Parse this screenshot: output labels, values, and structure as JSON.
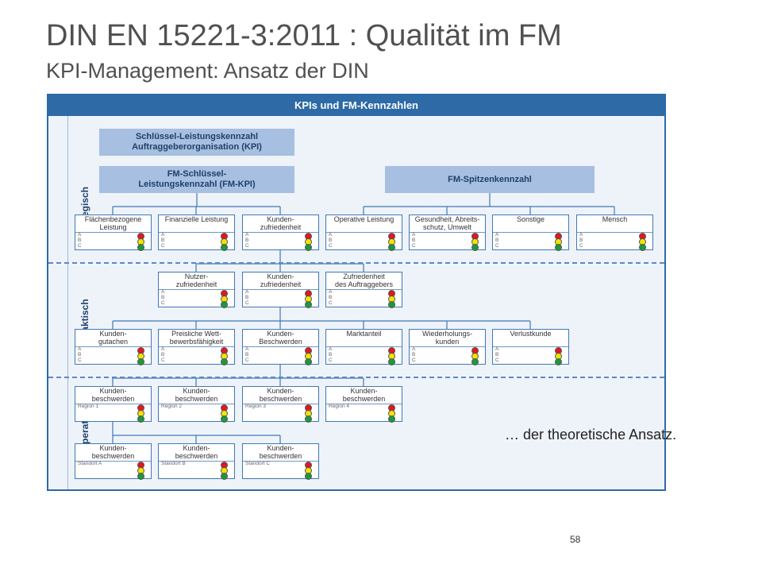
{
  "title": "DIN EN 15221-3:2011 : Qualität im FM",
  "subtitle": "KPI-Management: Ansatz der DIN",
  "diagram": {
    "header": "KPIs und FM-Kennzahlen",
    "levels": {
      "strategic": "strategisch",
      "tactical": "taktisch",
      "operative": "operativ"
    },
    "top_kpi": "Schlüssel-Leistungskennzahl Auftraggeberorganisation (KPI)",
    "fm_kpi": "FM-Schlüssel-\nLeistungskennzahl (FM-KPI)",
    "fm_top": "FM-Spitzenkennzahl",
    "strategic_row": [
      {
        "name": "Flächenbezogene Leistung",
        "sub": "A\nB\nC"
      },
      {
        "name": "Finanzielle Leistung",
        "sub": "A\nB\nC"
      },
      {
        "name": "Kunden-\nzufriedenheit",
        "sub": "A\nB\nC"
      },
      {
        "name": "Operative Leistung",
        "sub": "A\nB\nC"
      },
      {
        "name": "Gesundheit, Abreits-\nschutz, Umwelt",
        "sub": "A\nB\nC"
      },
      {
        "name": "Sonstige",
        "sub": "A\nB\nC"
      },
      {
        "name": "Mensch",
        "sub": "A\nB\nC"
      }
    ],
    "tactical_row1": [
      {
        "name": "Nutzer-\nzufriedenheit",
        "sub": "A\nB\nC"
      },
      {
        "name": "Kunden-\nzufriedenheit",
        "sub": "A\nB\nC"
      },
      {
        "name": "Zufriedenheit\ndes Auftraggebers",
        "sub": "A\nB\nC"
      }
    ],
    "tactical_row2": [
      {
        "name": "Kunden-\ngutachen",
        "sub": "A\nB\nC"
      },
      {
        "name": "Preisliche Wett-\nbewerbsfähigkeit",
        "sub": "A\nB\nC"
      },
      {
        "name": "Kunden-\nBeschwerden",
        "sub": "A\nB\nC"
      },
      {
        "name": "Marktanteil",
        "sub": "A\nB\nC"
      },
      {
        "name": "Wiederholungs-\nkunden",
        "sub": "A\nB\nC"
      },
      {
        "name": "Verlustkunde",
        "sub": "A\nB\nC"
      }
    ],
    "operative_row1": [
      {
        "name": "Kunden-\nbeschwerden",
        "sub": "Region 1"
      },
      {
        "name": "Kunden-\nbeschwerden",
        "sub": "Region 2"
      },
      {
        "name": "Kunden-\nbeschwerden",
        "sub": "Region 3"
      },
      {
        "name": "Kunden-\nbeschwerden",
        "sub": "Region 4"
      }
    ],
    "operative_row2": [
      {
        "name": "Kunden-\nbeschwerden",
        "sub": "Standort A"
      },
      {
        "name": "Kunden-\nbeschwerden",
        "sub": "Standort B"
      },
      {
        "name": "Kunden-\nbeschwerden",
        "sub": "Standort C"
      }
    ]
  },
  "note": "… der theoretische Ansatz.",
  "page_number": "58",
  "colors": {
    "header": "#2d6aa6",
    "box_fill": "#a7bfe0",
    "frame_bg": "#eef3fa",
    "red": "#e4161e",
    "yellow": "#f2e400",
    "green": "#1a9a3a"
  }
}
